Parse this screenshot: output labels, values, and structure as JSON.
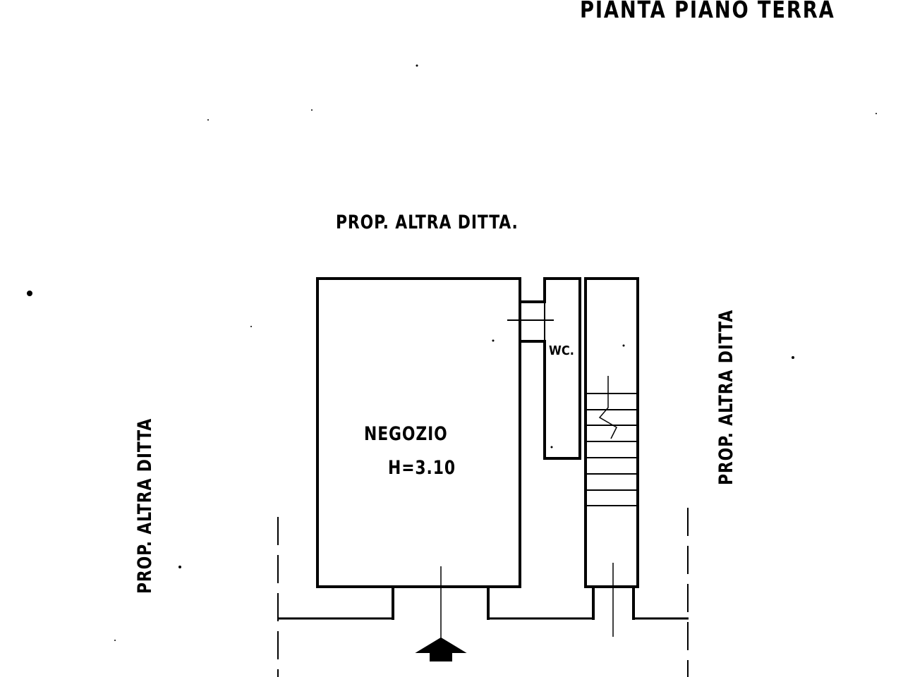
{
  "plan": {
    "title": "PIANTA PIANO TERRA",
    "neighbors": {
      "top": "PROP. ALTRA DITTA.",
      "left": "PROP. ALTRA DITTA",
      "right": "PROP. ALTRA DITTA"
    },
    "rooms": {
      "shop": {
        "name": "NEGOZIO",
        "height": "H=3.10"
      },
      "wc": {
        "name": "WC."
      }
    },
    "colors": {
      "ink": "#000000",
      "paper": "#ffffff"
    },
    "icons": {
      "entrance": "entrance-arrow-icon",
      "stairs": "staircase-icon"
    }
  }
}
